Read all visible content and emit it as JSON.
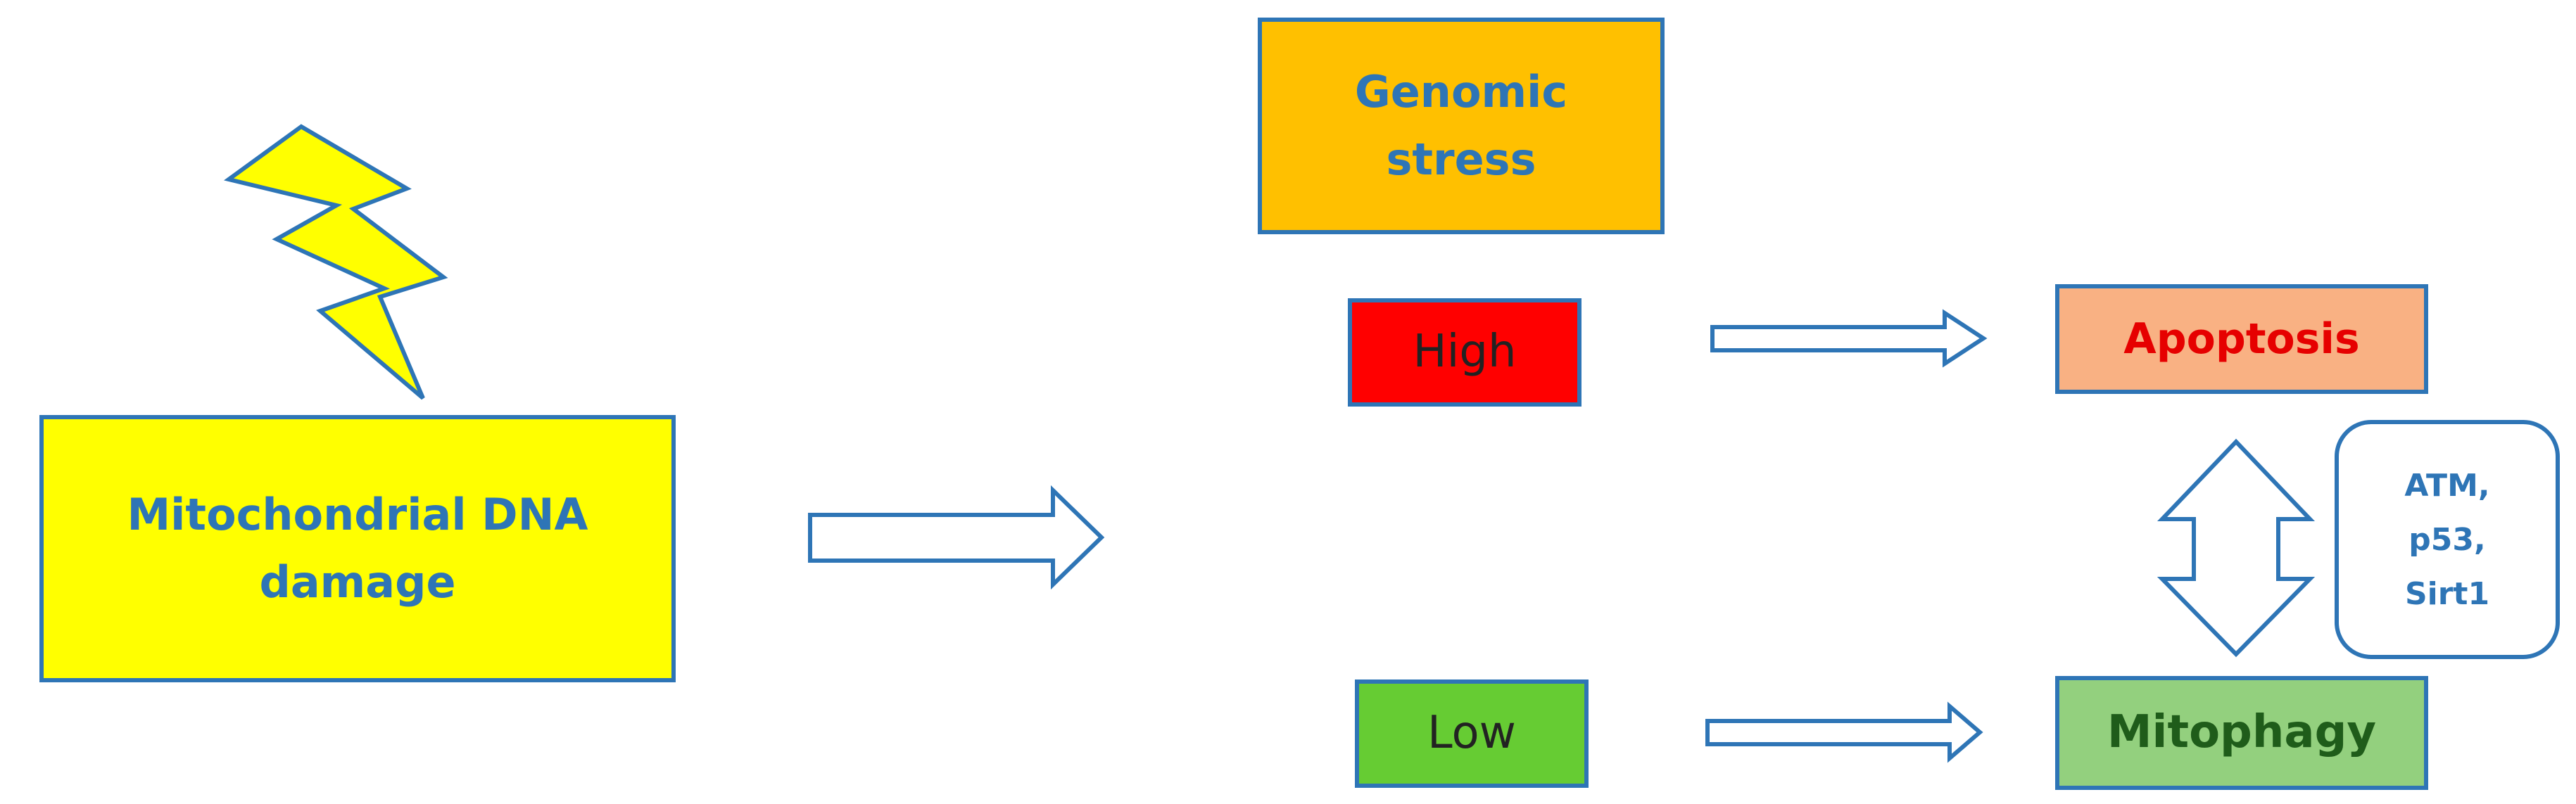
{
  "diagram": {
    "damage_box": {
      "label": "Mitochondrial DNA\ndamage"
    },
    "stress_box": {
      "label": "Genomic\nstress"
    },
    "high_box": {
      "label": "High"
    },
    "low_box": {
      "label": "Low"
    },
    "apoptosis_box": {
      "label": "Apoptosis"
    },
    "mitophagy_box": {
      "label": "Mitophagy"
    },
    "regulators_box": {
      "label": "ATM,\np53,\nSirt1"
    },
    "icons": [
      "lightning-bolt-icon",
      "right-arrow-icon",
      "double-headed-arrow-icon"
    ]
  },
  "colors": {
    "outline": "#2E75B6",
    "damage_fill": "#FFFF00",
    "stress_fill": "#FFC000",
    "high_fill": "#FF0000",
    "low_fill": "#66CC33",
    "apoptosis_fill": "#F9B183",
    "mitophagy_fill": "#93D07E",
    "apoptosis_text": "#E60000",
    "mitophagy_text": "#1F5C1A"
  }
}
